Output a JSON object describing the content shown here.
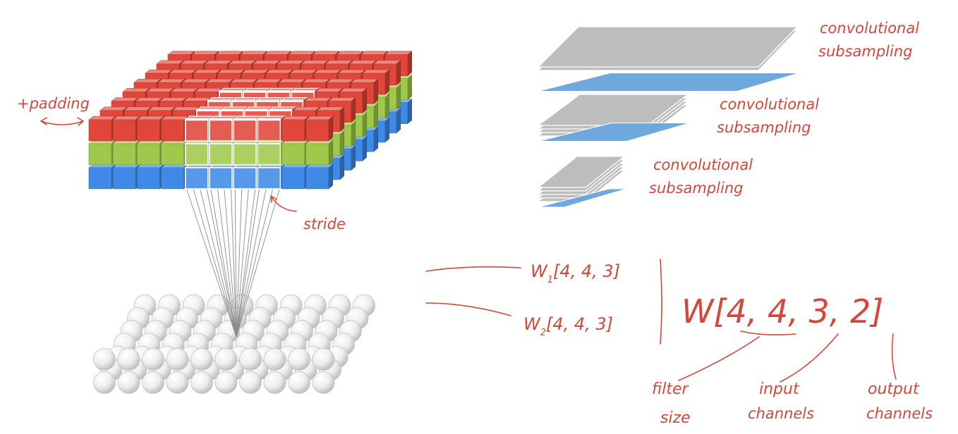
{
  "colors": {
    "red_channel": "#e0463a",
    "green_channel": "#9fc94a",
    "blue_channel": "#3f8ae6",
    "annotation": "#d4473a",
    "feature_map": "#bdbdbd",
    "subsample_map": "#6fa8dc",
    "neuron": "#e6e6e6"
  },
  "input_volume": {
    "grid_cols": 10,
    "grid_depth": 8,
    "channels": [
      "red",
      "green",
      "blue"
    ],
    "filter_size": 4
  },
  "labels": {
    "padding": "+padding",
    "stride": "stride"
  },
  "pipeline": [
    {
      "conv": "convolutional",
      "sub": "subsampling",
      "maps": 2
    },
    {
      "conv": "convolutional",
      "sub": "subsampling",
      "maps": 4
    },
    {
      "conv": "convolutional",
      "sub": "subsampling",
      "maps": 5
    }
  ],
  "weights": {
    "w1_symbol": "W",
    "w1_sub": "1",
    "w1_shape": "[4, 4, 3]",
    "w2_symbol": "W",
    "w2_sub": "2",
    "w2_shape": "[4, 4, 3]",
    "combined": "W[4, 4, 3, 2]"
  },
  "dims": {
    "filter_size": [
      "filter",
      "size"
    ],
    "input_channels": [
      "input",
      "channels"
    ],
    "output_channels": [
      "output",
      "channels"
    ]
  },
  "output_layer": {
    "rows": 7,
    "cols": 10
  }
}
